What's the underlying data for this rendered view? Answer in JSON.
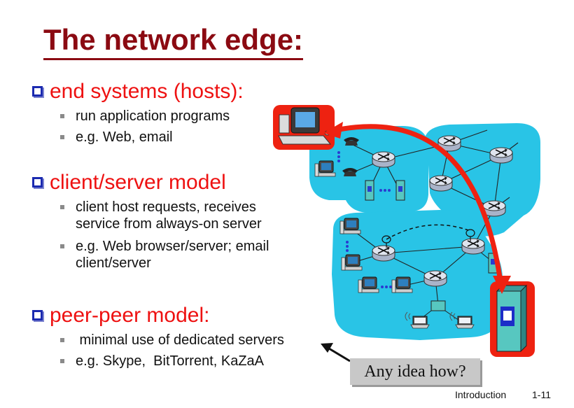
{
  "slide": {
    "title": "The network edge:",
    "sections": [
      {
        "heading": "end systems (hosts):",
        "bullets": [
          "run application programs",
          "e.g. Web, email"
        ]
      },
      {
        "heading": "client/server model",
        "bullets": [
          [
            "client host requests, receives",
            "service from always-on server"
          ],
          [
            "e.g. Web browser/server; email",
            "client/server"
          ]
        ]
      },
      {
        "heading": "peer-peer model:",
        "bullets": [
          " minimal use of dedicated servers",
          "e.g. Skype,  BitTorrent, KaZaA"
        ]
      }
    ],
    "callout": "Any idea how?",
    "footer": {
      "label": "Introduction",
      "page": "1-11"
    }
  },
  "colors": {
    "title": "#8b0a12",
    "heading": "#ee1111",
    "checkbox": "#1b2ab0",
    "network_fill": "#29c4e6",
    "highlight": "#ee2211"
  },
  "icons": [
    "checkbox-icon",
    "bullet-icon",
    "router-icon",
    "desktop-computer-icon",
    "telephone-icon",
    "server-icon",
    "laptop-icon",
    "wireless-access-point-icon",
    "arrow-icon"
  ]
}
